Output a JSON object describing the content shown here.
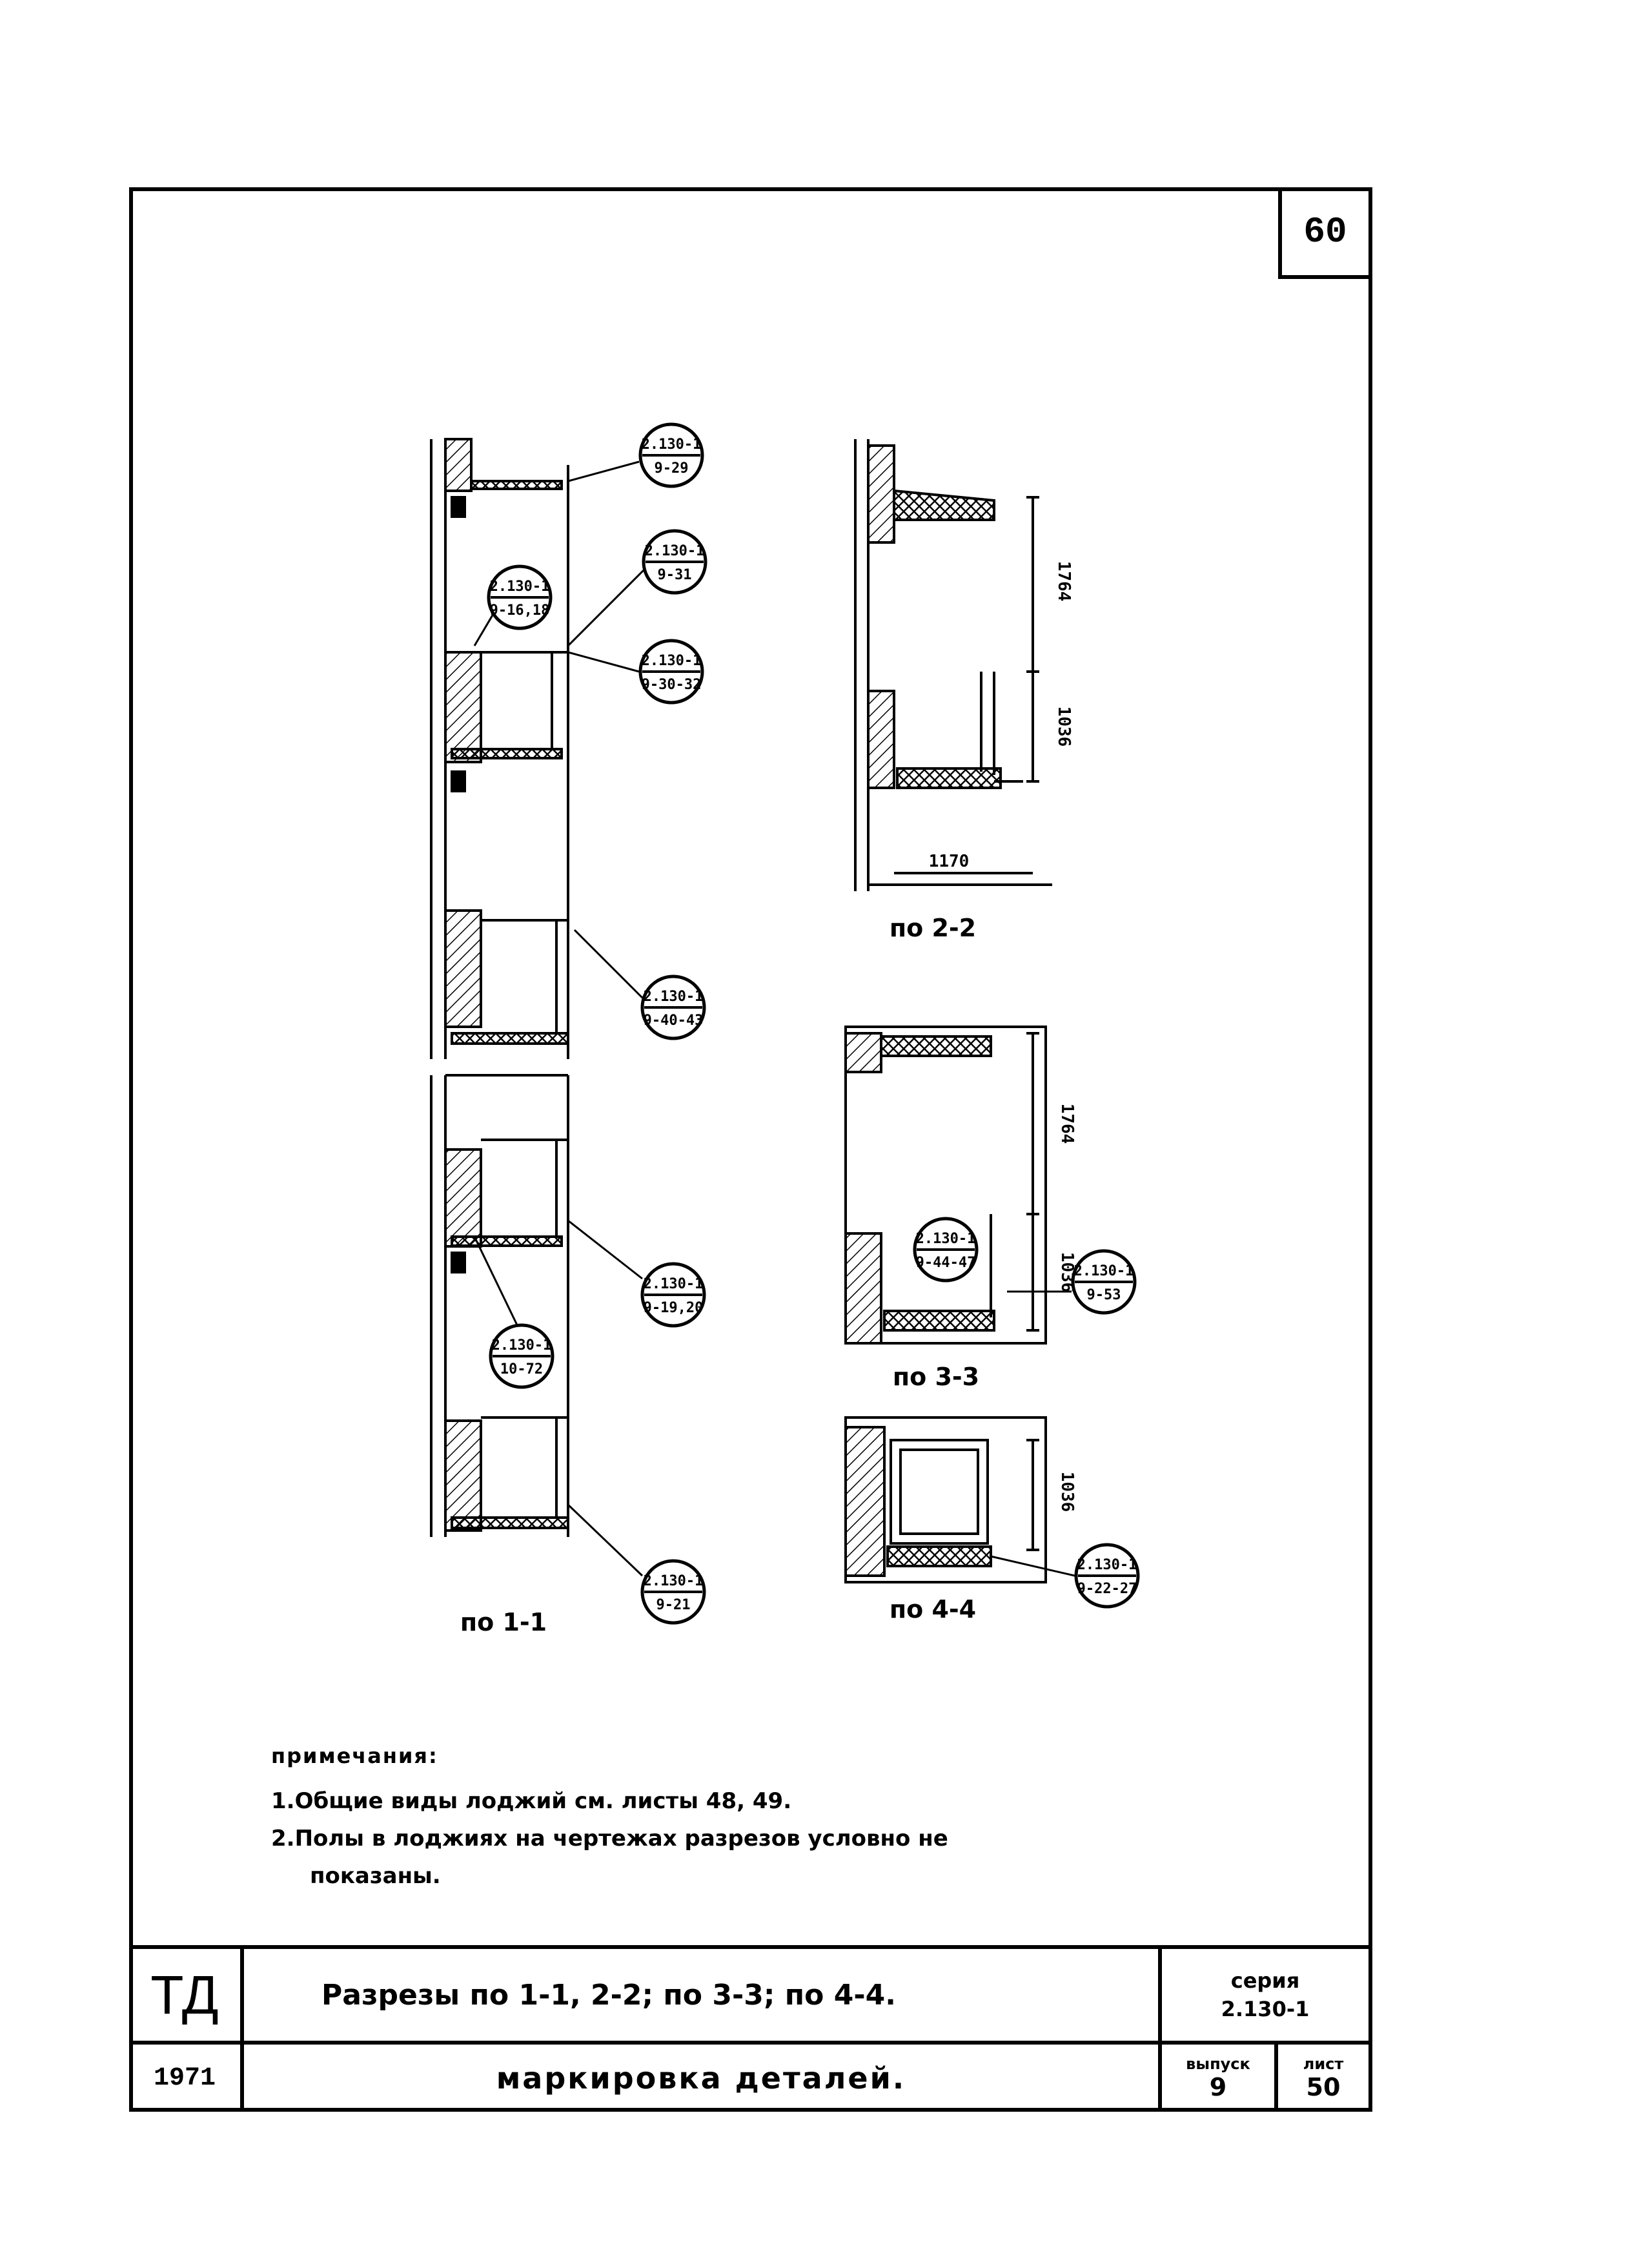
{
  "page_number": "60",
  "bubbles": {
    "b1": {
      "top": "2.130-1",
      "bottom": "9-29"
    },
    "b2": {
      "top": "2.130-1",
      "bottom": "9-16,18"
    },
    "b3": {
      "top": "2.130-1",
      "bottom": "9-31"
    },
    "b4": {
      "top": "2.130-1",
      "bottom": "9-30-32"
    },
    "b5": {
      "top": "2.130-1",
      "bottom": "9-40-43"
    },
    "b6": {
      "top": "2.130-1",
      "bottom": "9-19,20"
    },
    "b7": {
      "top": "2.130-1",
      "bottom": "10-72"
    },
    "b8": {
      "top": "2.130-1",
      "bottom": "9-21"
    },
    "b9": {
      "top": "2.130-1",
      "bottom": "9-44-47"
    },
    "b10": {
      "top": "2.130-1",
      "bottom": "9-53"
    },
    "b11": {
      "top": "2.130-1",
      "bottom": "9-22-27"
    }
  },
  "dimensions": {
    "d1": "1764",
    "d2": "1036",
    "d3": "1170",
    "d4": "1764",
    "d5": "1036",
    "d6": "1036"
  },
  "captions": {
    "s11": "по 1-1",
    "s22": "по 2-2",
    "s33": "по 3-3",
    "s44": "по 4-4"
  },
  "notes": {
    "heading": "примечания:",
    "n1": "1.Общие виды лоджий см. листы 48, 49.",
    "n2": "2.Полы в лоджиях на чертежах разрезов условно не",
    "n2_cont": "показаны."
  },
  "title_block": {
    "org": "ТД",
    "year": "1971",
    "title_line1": "Разрезы по 1-1, 2-2; по 3-3; по 4-4.",
    "title_line2": "маркировка деталей.",
    "series_label": "серия",
    "series_value": "2.130-1",
    "issue_label": "выпуск",
    "issue_value": "9",
    "sheet_label": "лист",
    "sheet_value": "50"
  }
}
